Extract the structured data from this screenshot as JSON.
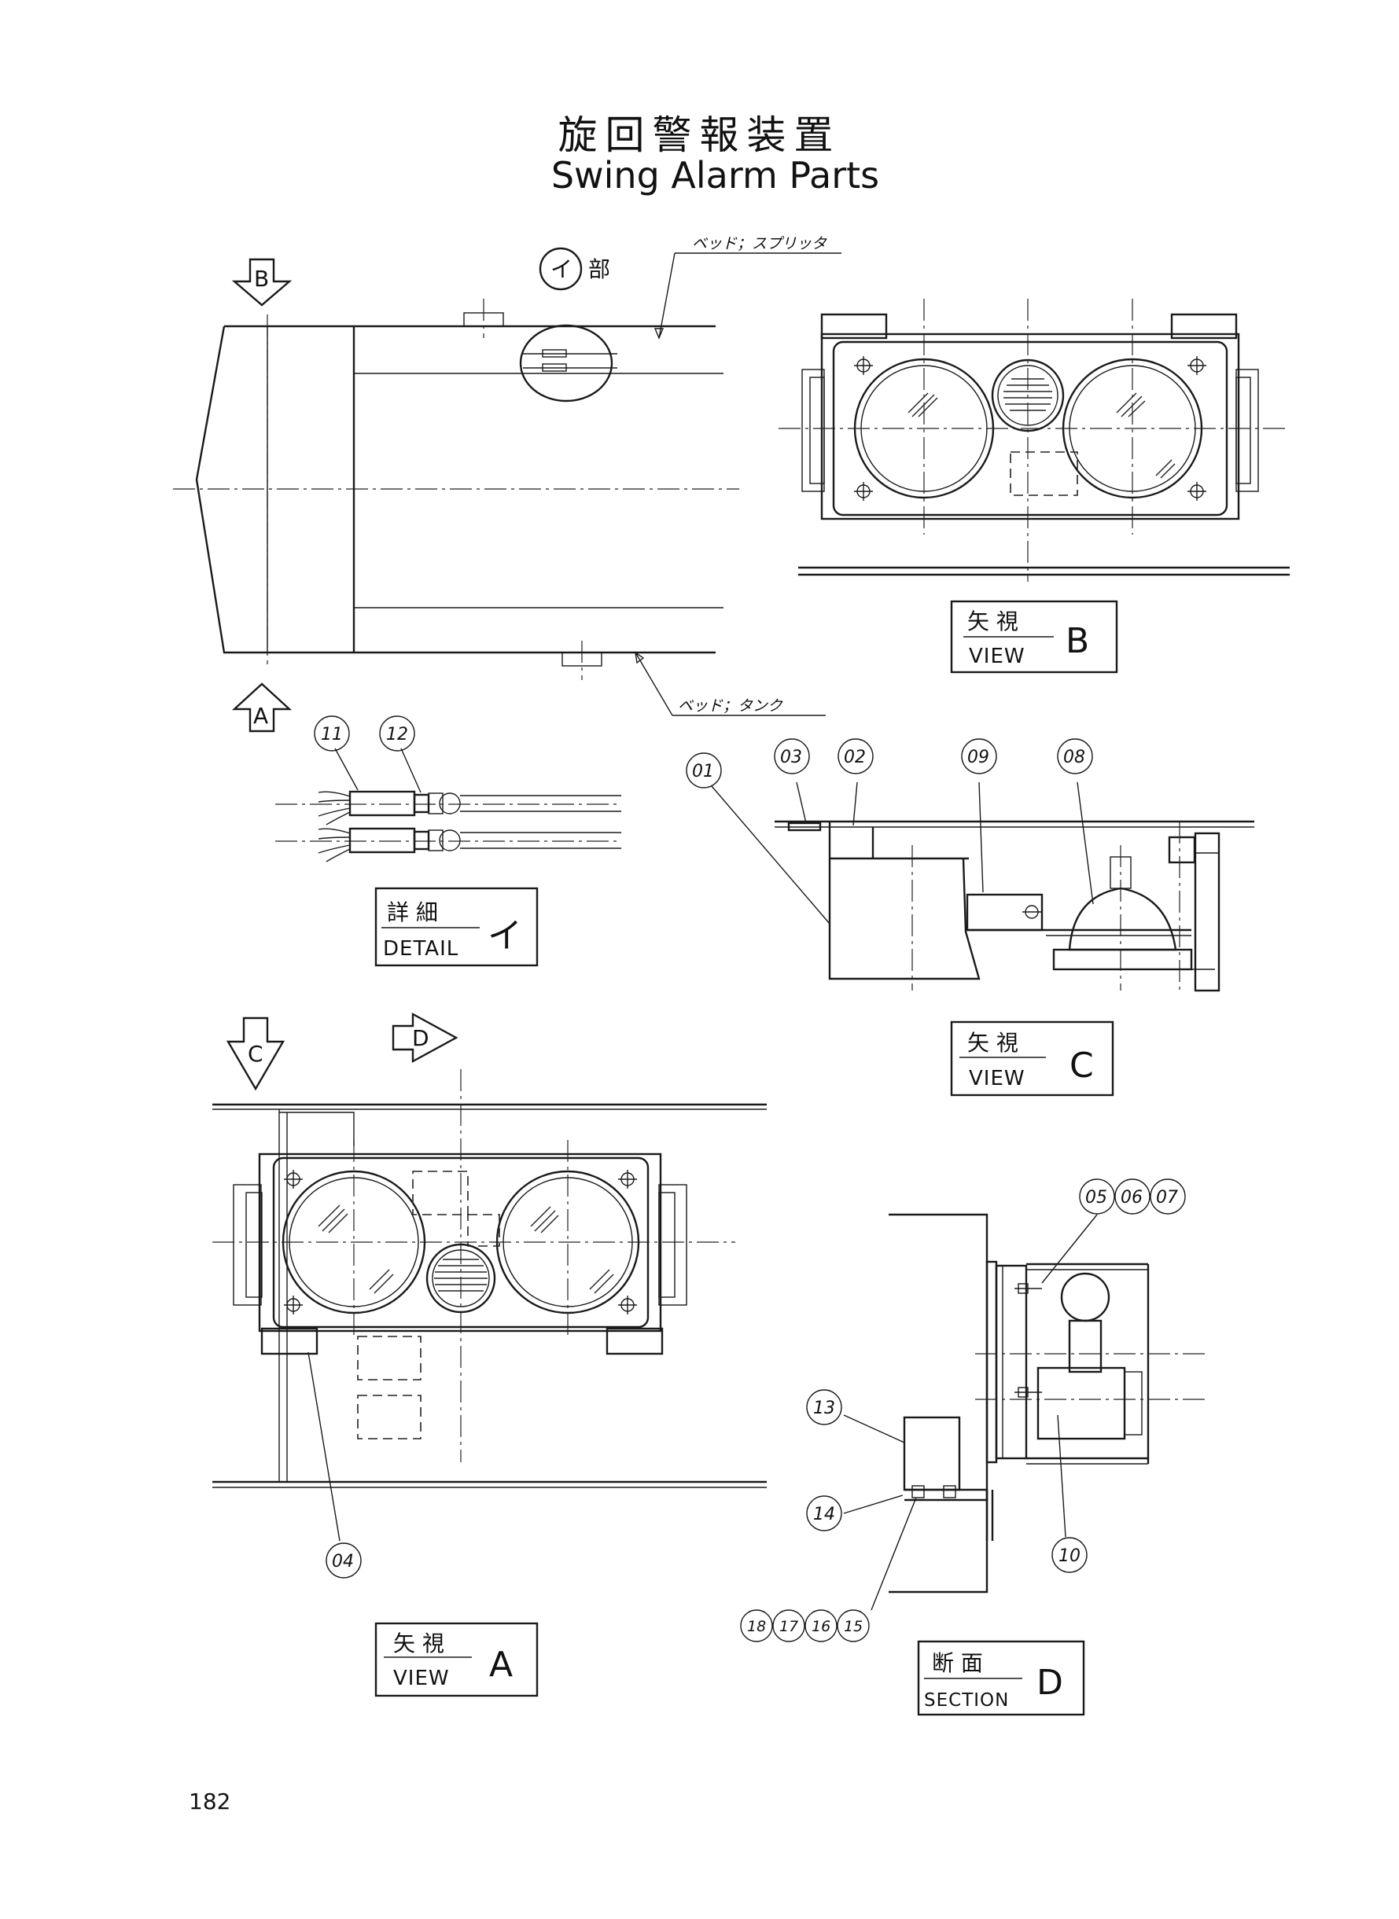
{
  "title_jp": "旋回警報装置",
  "title_en": "Swing Alarm Parts",
  "page_number": "182",
  "detail_marker": {
    "number": "イ",
    "suffix": "部"
  },
  "annotations": {
    "top_note": "ベッド；スプリッタ",
    "bottom_note": "ベッド；タンク"
  },
  "view_arrows": {
    "b": "B",
    "a": "A",
    "c": "C",
    "d": "D"
  },
  "part_labels": {
    "p01": "01",
    "p02": "02",
    "p03": "03",
    "p04": "04",
    "p05": "05",
    "p06": "06",
    "p07": "07",
    "p08": "08",
    "p09": "09",
    "p10": "10",
    "p11": "11",
    "p12": "12",
    "p13": "13",
    "p14": "14",
    "p15": "15",
    "p16": "16",
    "p17": "17",
    "p18": "18"
  },
  "view_boxes": {
    "view_b": {
      "jp": "矢 視",
      "en": "VIEW",
      "letter": "B"
    },
    "detail_i": {
      "jp": "詳 細",
      "en": "DETAIL",
      "letter": "イ"
    },
    "view_c": {
      "jp": "矢 視",
      "en": "VIEW",
      "letter": "C"
    },
    "view_a": {
      "jp": "矢 視",
      "en": "VIEW",
      "letter": "A"
    },
    "section_d": {
      "jp": "断 面",
      "en": "SECTION",
      "letter": "D"
    }
  }
}
